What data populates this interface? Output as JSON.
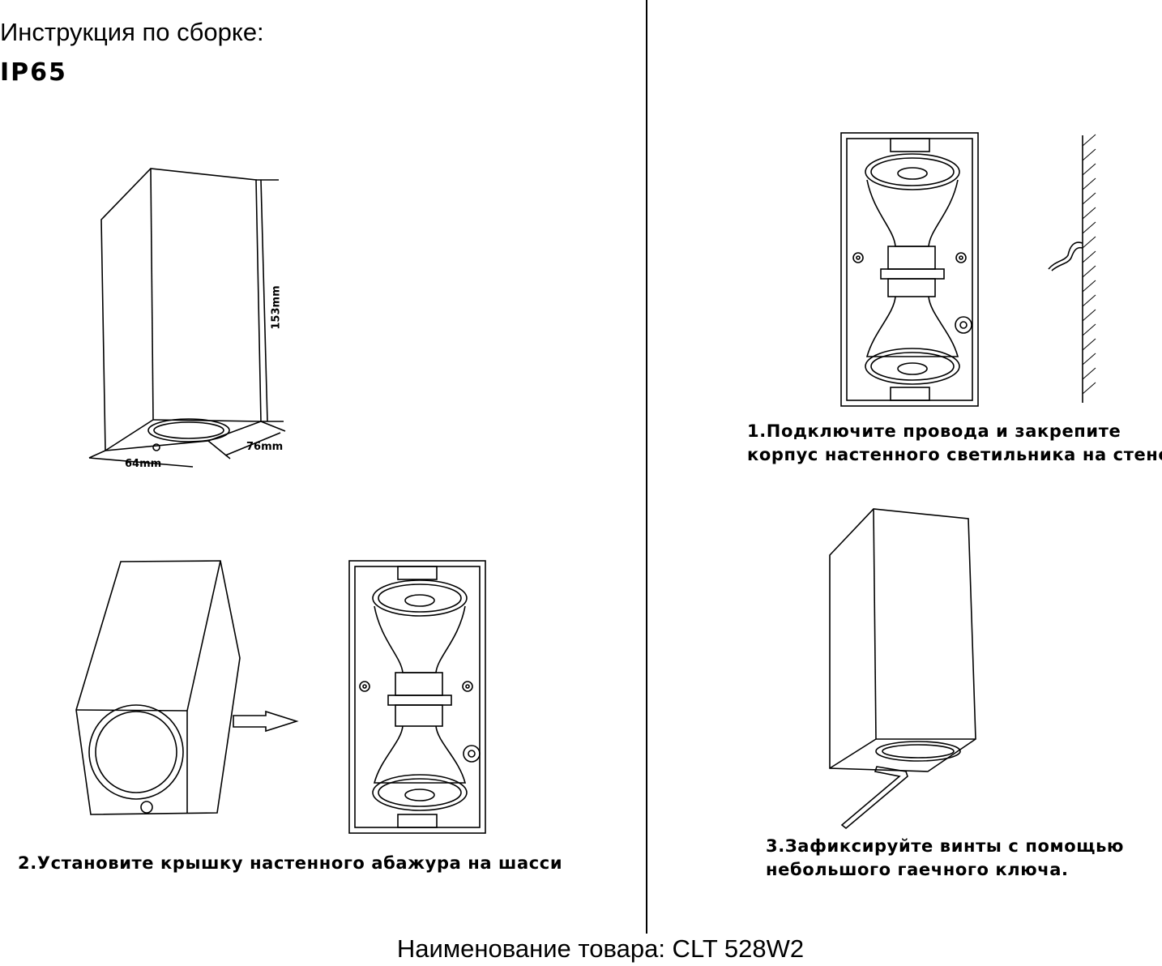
{
  "header": {
    "title": "Инструкция по сборке:",
    "rating": "IP65"
  },
  "dimensions": {
    "height": "153mm",
    "depth": "76mm",
    "width": "64mm"
  },
  "steps": [
    {
      "line1": "1.Подключите провода и закрепите",
      "line2": "корпус настенного светильника на стене"
    },
    {
      "line1": "2.Установите крышку настенного абажура на шасси"
    },
    {
      "line1": "3.Зафиксируйте винты с помощью",
      "line2": "небольшого гаечного ключа."
    }
  ],
  "footer": {
    "product": "Наименование товара: CLT 528W2"
  }
}
